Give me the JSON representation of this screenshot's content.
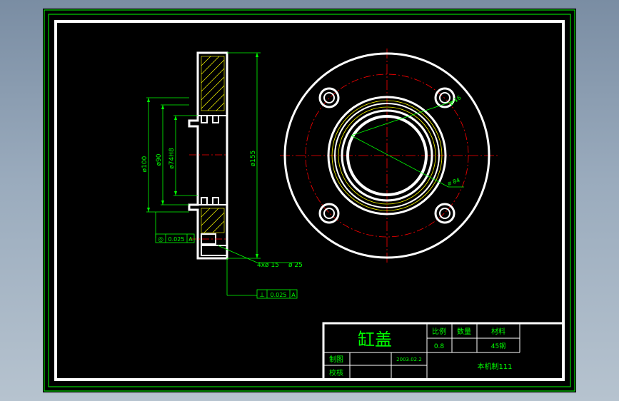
{
  "colors": {
    "background": "#000000",
    "frame": "#ffffff",
    "dimension": "#00ff00",
    "centerline": "#ff0000",
    "hatch": "#ffff00",
    "title_text": "#00ff00"
  },
  "side_view": {
    "dim_d100": "ø100",
    "dim_d90": "ø90",
    "dim_d74": "ø74H8",
    "dim_d155": "ø155",
    "hole_callout": "4xø 15",
    "hole_callout_sub": "ø 25",
    "tol_top_symbol": "◎",
    "tol_top_value": "0.025",
    "tol_top_datum": "A",
    "tol_bottom_symbol": "⊥",
    "tol_bottom_value": "0.025",
    "tol_bottom_datum": "A"
  },
  "front_view": {
    "dim_small": "ø 16",
    "dim_bottom": "ø 84"
  },
  "title_block": {
    "part_name": "缸盖",
    "scale_label": "比例",
    "quantity_label": "数量",
    "material_label": "材料",
    "scale_value": "0.8",
    "material_value": "45钢",
    "drawn_label": "制图",
    "checked_label": "校核",
    "date": "2003.02.2",
    "school": "本机制111"
  }
}
